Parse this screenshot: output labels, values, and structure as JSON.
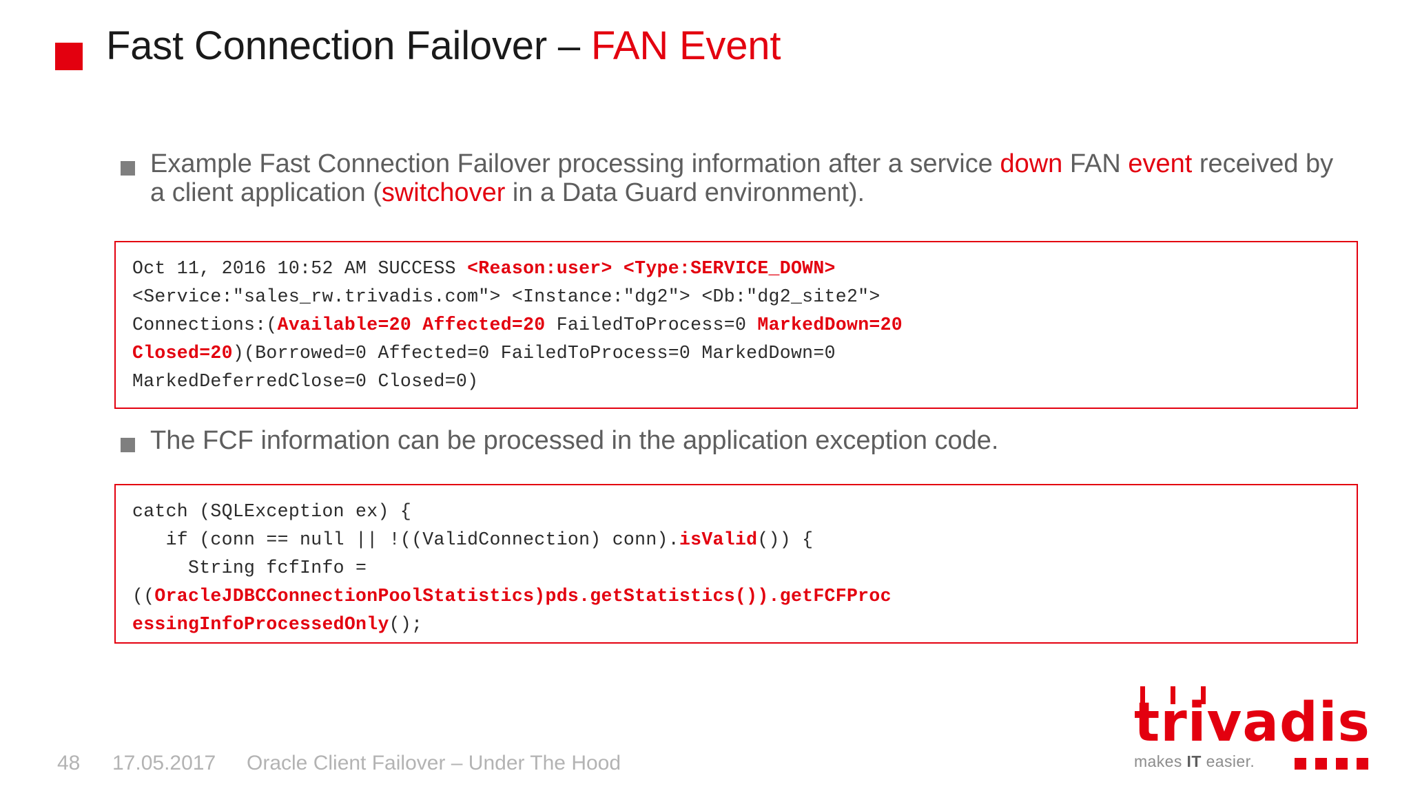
{
  "slide": {
    "title": {
      "main": "Fast Connection Failover – ",
      "accent": "FAN Event"
    },
    "accent_color": "#e3000f",
    "body_color": "#5e5e5e"
  },
  "bullets": [
    {
      "id": "bullet-1",
      "segments": [
        {
          "text": "Example Fast Connection Failover processing information after a service ",
          "style": "normal"
        },
        {
          "text": "down",
          "style": "accent"
        },
        {
          "text": " FAN ",
          "style": "normal"
        },
        {
          "text": "event",
          "style": "accent"
        },
        {
          "text": " received by a client application (",
          "style": "normal"
        },
        {
          "text": "switchover",
          "style": "accent"
        },
        {
          "text": " in a Data Guard environment).",
          "style": "normal"
        }
      ]
    },
    {
      "id": "bullet-2",
      "segments": [
        {
          "text": "The FCF information can be processed in the application exception code.",
          "style": "normal"
        }
      ]
    }
  ],
  "code_boxes": [
    {
      "id": "code-box-1",
      "name": "fan-event-log",
      "lines": [
        [
          {
            "text": "Oct 11, 2016 10:52 AM SUCCESS ",
            "style": "normal"
          },
          {
            "text": "<Reason:user> <Type:SERVICE_DOWN>",
            "style": "accent"
          }
        ],
        [
          {
            "text": "<Service:\"sales_rw.trivadis.com\"> <Instance:\"dg2\"> <Db:\"dg2_site2\">",
            "style": "normal"
          }
        ],
        [
          {
            "text": "Connections:(",
            "style": "normal"
          },
          {
            "text": "Available=20 Affected=20",
            "style": "accent"
          },
          {
            "text": " FailedToProcess=0 ",
            "style": "normal"
          },
          {
            "text": "MarkedDown=20",
            "style": "accent"
          }
        ],
        [
          {
            "text": "Closed=20",
            "style": "accent"
          },
          {
            "text": ")(Borrowed=0 Affected=0 FailedToProcess=0 MarkedDown=0",
            "style": "normal"
          }
        ],
        [
          {
            "text": "MarkedDeferredClose=0 Closed=0)",
            "style": "normal"
          }
        ]
      ]
    },
    {
      "id": "code-box-2",
      "name": "exception-handler-code",
      "lines": [
        [
          {
            "text": "catch (SQLException ex) {",
            "style": "normal"
          }
        ],
        [
          {
            "text": "   if (conn == null || !((ValidConnection) conn).",
            "style": "normal"
          },
          {
            "text": "isValid",
            "style": "accent"
          },
          {
            "text": "()) {",
            "style": "normal"
          }
        ],
        [
          {
            "text": "     String fcfInfo =",
            "style": "normal"
          }
        ],
        [
          {
            "text": "((",
            "style": "normal"
          },
          {
            "text": "OracleJDBCConnectionPoolStatistics)pds.getStatistics()).getFCFProc",
            "style": "accent"
          }
        ],
        [
          {
            "text": "essingInfoProcessedOnly",
            "style": "accent"
          },
          {
            "text": "();",
            "style": "normal"
          }
        ]
      ]
    }
  ],
  "footer": {
    "page_number": "48",
    "date": "17.05.2017",
    "title": "Oracle Client Failover – Under The Hood"
  },
  "logo": {
    "word": "trivadis",
    "tagline_pre": "makes ",
    "tagline_bold": "IT",
    "tagline_post": " easier.",
    "dot_count": 4
  }
}
